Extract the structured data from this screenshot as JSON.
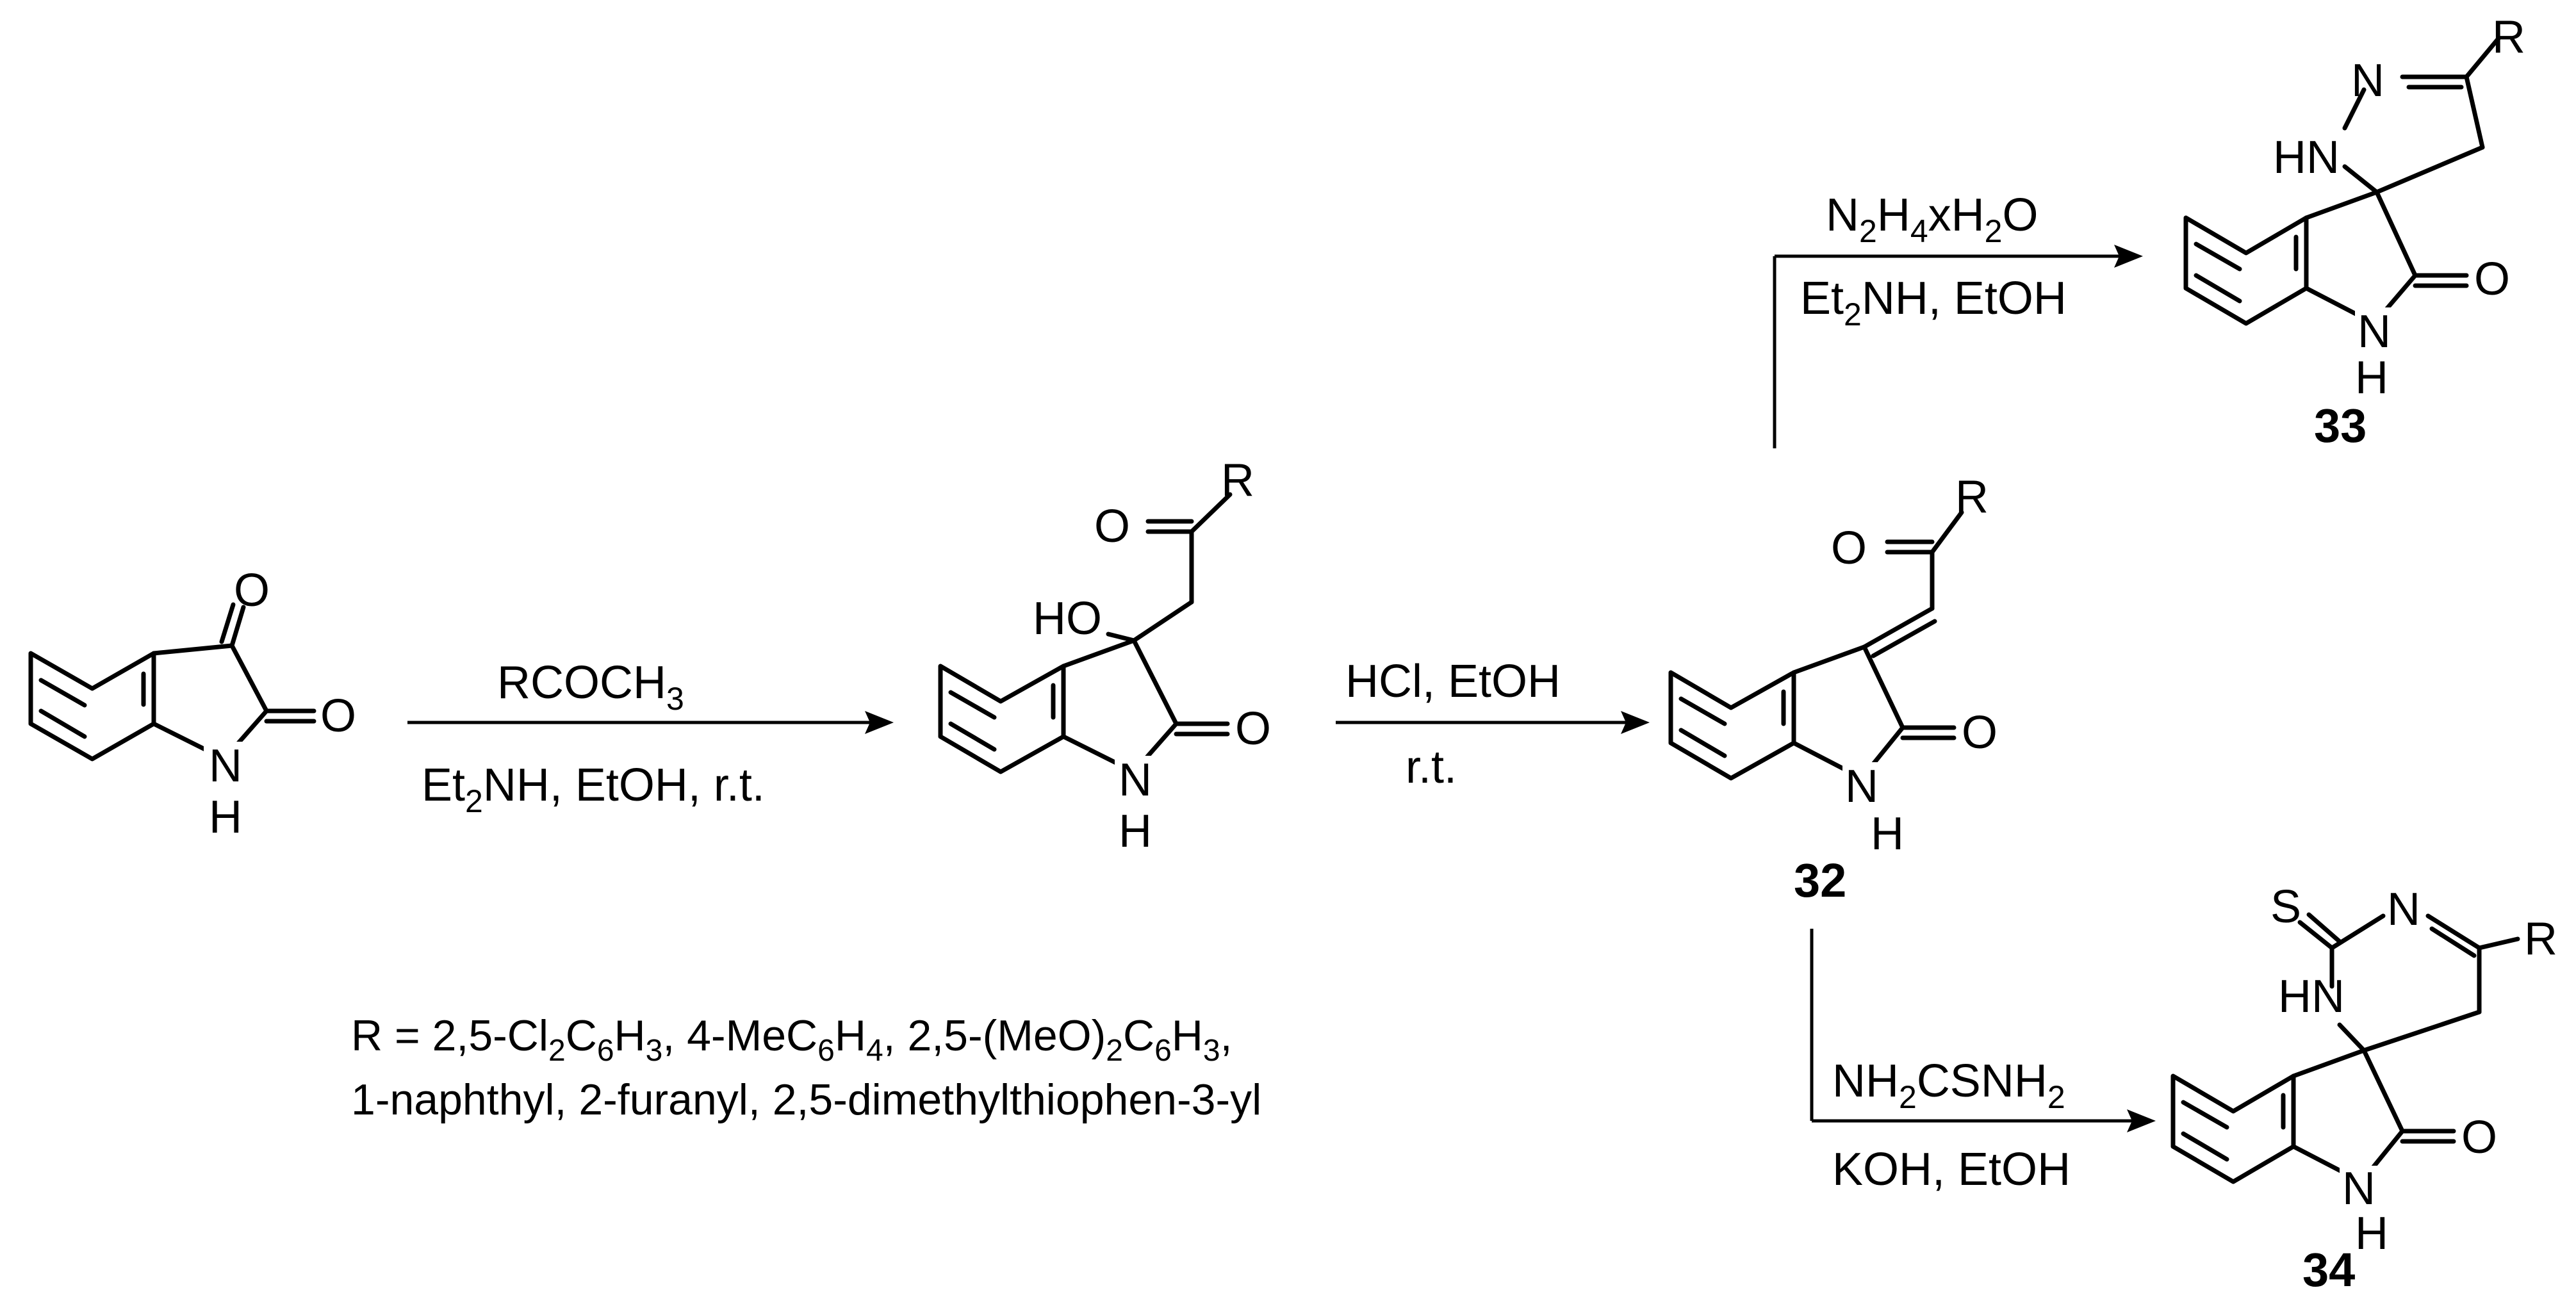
{
  "reagents": {
    "step1_top": "RCOCH3",
    "step1_bottom": "Et2NH, EtOH, r.t.",
    "step2_top": "HCl, EtOH",
    "step2_bottom": "r.t.",
    "step3_top": "N2H4xH2O",
    "step3_bottom": "Et2NH, EtOH",
    "step4_top": "NH2CSNH2",
    "step4_bottom": "KOH, EtOH"
  },
  "compounds": {
    "c32": "32",
    "c33": "33",
    "c34": "34"
  },
  "atoms": {
    "O": "O",
    "N": "N",
    "NH": "NH",
    "HN": "HN",
    "H": "H",
    "HO": "HO",
    "R": "R",
    "S": "S"
  },
  "r_definition": {
    "line1": "R = 2,5-Cl2C6H3, 4-MeC6H4, 2,5-(MeO)2C6H3,",
    "line2": "1-naphthyl, 2-furanyl, 2,5-dimethylthiophen-3-yl"
  }
}
